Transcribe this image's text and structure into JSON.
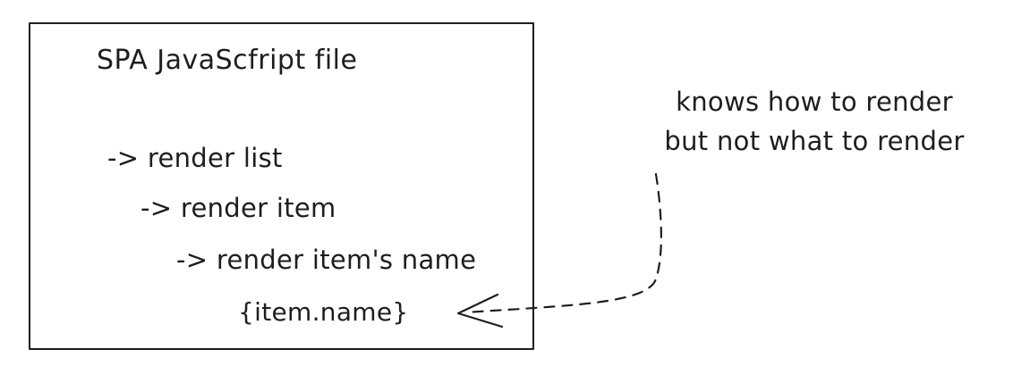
{
  "diagram": {
    "box_title": "SPA JavaScfript file",
    "steps": [
      "-> render list",
      "-> render item",
      "-> render item's name"
    ],
    "expression": "{item.name}",
    "note": {
      "line1": "knows how to render",
      "line2": "but not what to render"
    }
  }
}
